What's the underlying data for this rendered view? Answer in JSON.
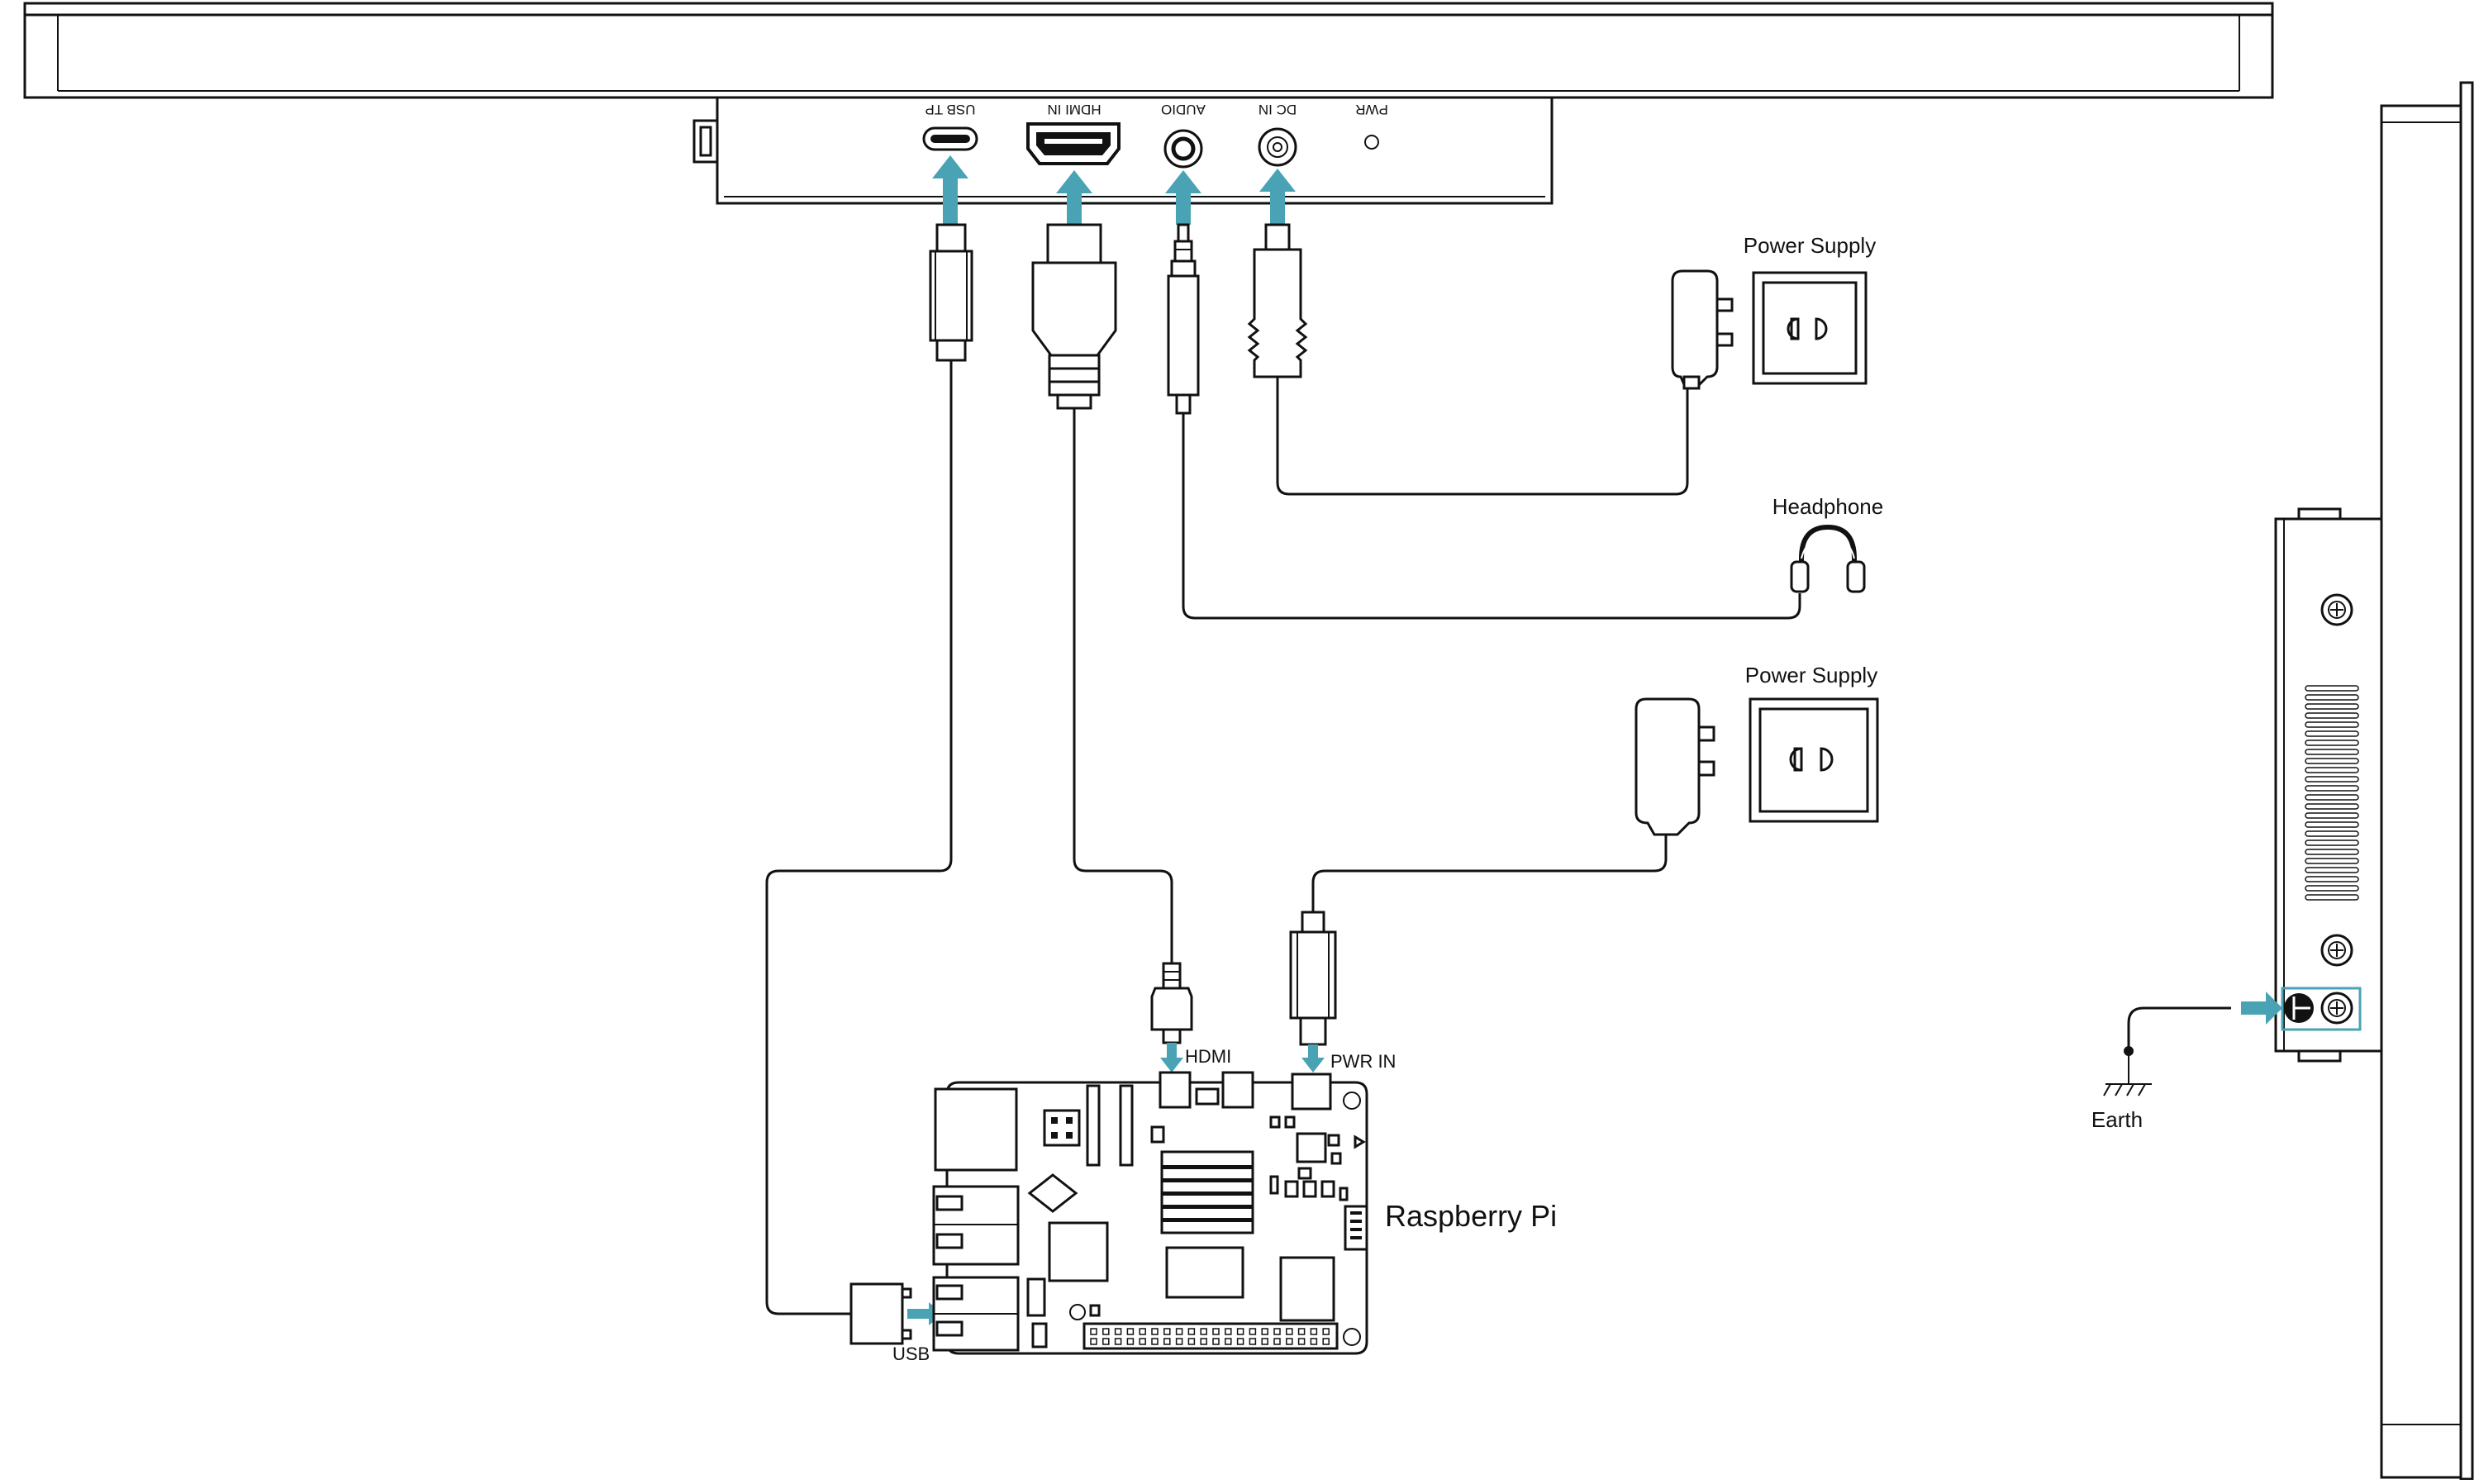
{
  "colors": {
    "accent": "#4aa3b4",
    "line": "#111111",
    "background": "#ffffff"
  },
  "monitor_ports": {
    "usb_tp": "USB TP",
    "hdmi_in": "HDMI IN",
    "audio": "AUDIO",
    "dc_in": "DC IN",
    "pwr": "PWR"
  },
  "devices": {
    "power_supply_top": "Power Supply",
    "headphone": "Headphone",
    "power_supply_bottom": "Power Supply",
    "raspberry_pi": "Raspberry Pi",
    "earth": "Earth"
  },
  "pi_ports": {
    "hdmi": "HDMI",
    "pwr_in": "PWR IN",
    "usb": "USB"
  }
}
